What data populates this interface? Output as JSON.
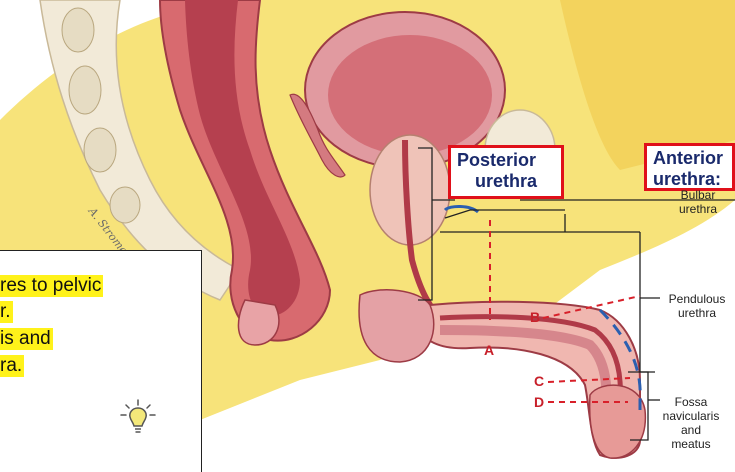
{
  "callouts": {
    "posterior": [
      "Posterior",
      "urethra"
    ],
    "anterior": [
      "Anterior",
      "urethra:"
    ]
  },
  "labels": {
    "bulbar": [
      "Bulbar",
      "urethra"
    ],
    "pendulous": [
      "Pendulous",
      "urethra"
    ],
    "fossa": [
      "Fossa",
      "navicularis",
      "and",
      "meatus"
    ]
  },
  "section_letters": [
    "A",
    "B",
    "C",
    "D"
  ],
  "note_lines": [
    "res to pelvic",
    "r.",
    "is and",
    "ra."
  ],
  "signature": "A. Strome",
  "icons": [
    "lightbulb-icon"
  ],
  "colors": {
    "callout_border": "#e0101a",
    "callout_text": "#1a2a6c",
    "highlight": "#fff21a",
    "dashed_marker": "#d8202a",
    "urethra_dash": "#2b5fb0"
  }
}
